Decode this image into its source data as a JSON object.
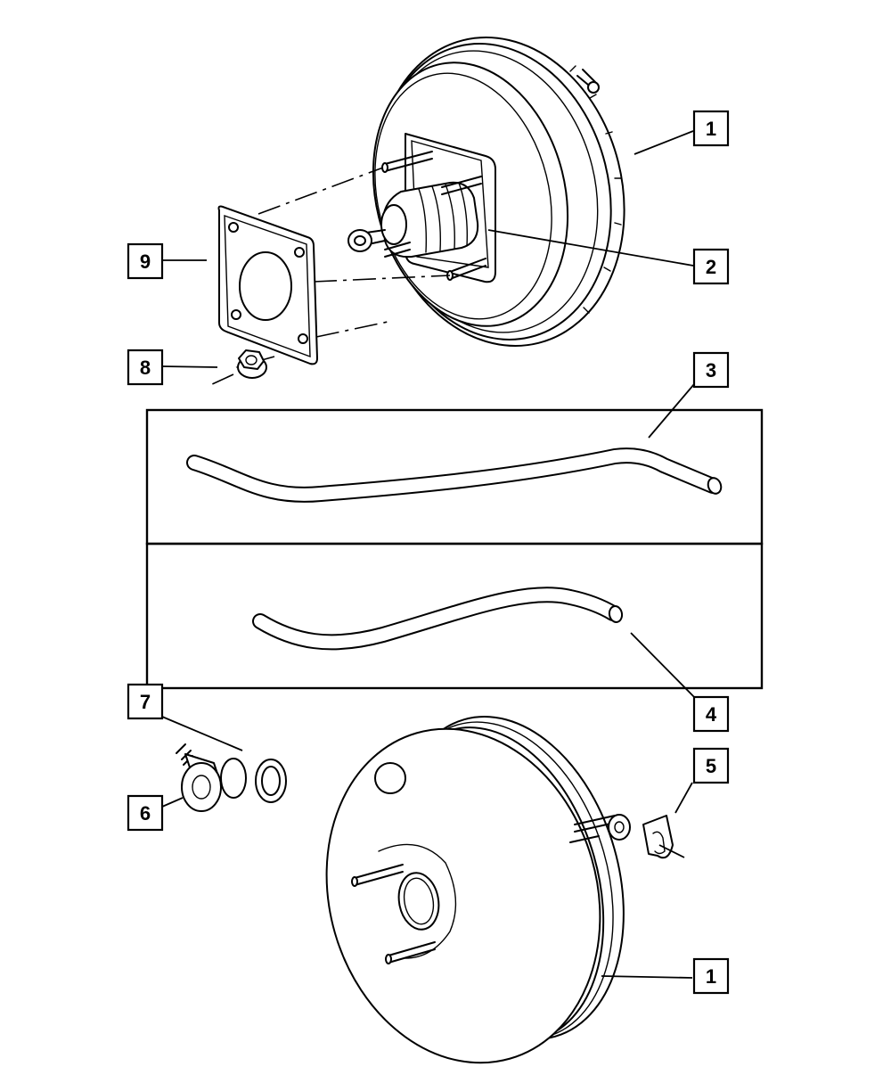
{
  "callouts": [
    {
      "id": "c1a",
      "label": "1"
    },
    {
      "id": "c2",
      "label": "2"
    },
    {
      "id": "c3",
      "label": "3"
    },
    {
      "id": "c4",
      "label": "4"
    },
    {
      "id": "c5",
      "label": "5"
    },
    {
      "id": "c6",
      "label": "6"
    },
    {
      "id": "c7",
      "label": "7"
    },
    {
      "id": "c8",
      "label": "8"
    },
    {
      "id": "c9",
      "label": "9"
    },
    {
      "id": "c1b",
      "label": "1"
    }
  ]
}
